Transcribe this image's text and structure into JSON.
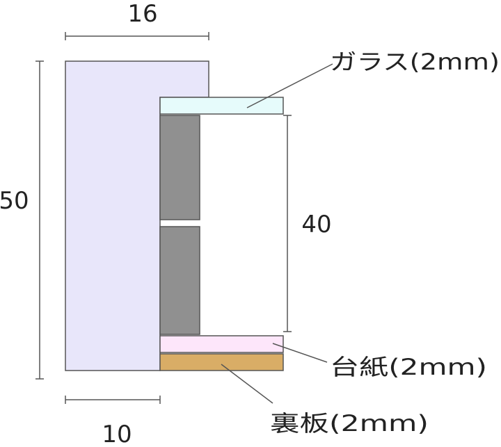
{
  "dimensions": {
    "top_width": "16",
    "bottom_width": "10",
    "total_height": "50",
    "inner_height": "40"
  },
  "labels": {
    "glass": "ガラス(2mm)",
    "mount": "台紙(2mm)",
    "backboard": "裏板(2mm)"
  },
  "colors": {
    "frame": "#e8e6fa",
    "glass": "#e6fbfb",
    "mount": "#fde6fa",
    "backboard": "#d9ad66",
    "spacer": "#909090",
    "line": "#555555"
  }
}
